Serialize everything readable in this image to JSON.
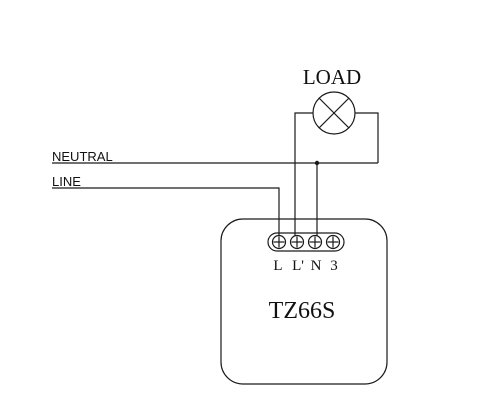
{
  "labels": {
    "load": "LOAD",
    "neutral": "NEUTRAL",
    "line": "LINE",
    "device_model": "TZ66S"
  },
  "terminals": [
    {
      "label": "L"
    },
    {
      "label": "L'"
    },
    {
      "label": "N"
    },
    {
      "label": "3"
    }
  ],
  "icons": {
    "load": "lamp-icon",
    "terminal": "screw-terminal-icon",
    "junction": "junction-dot-icon"
  },
  "colors": {
    "line_color": "#1a1a1a",
    "background": "#ffffff"
  }
}
